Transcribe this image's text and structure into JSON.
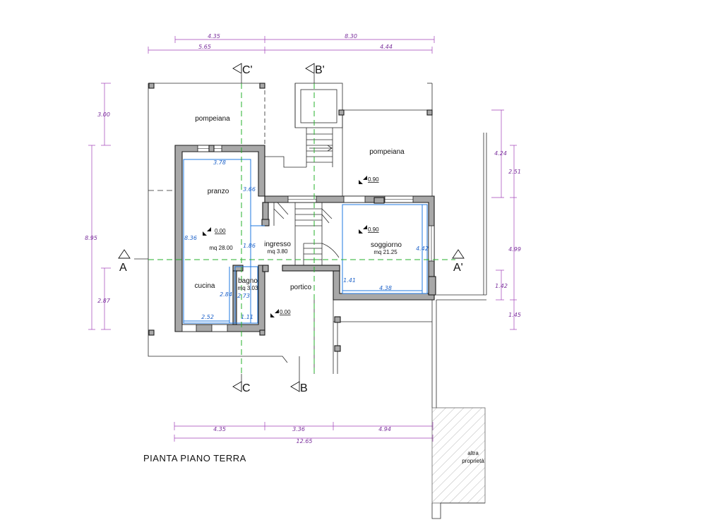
{
  "title": "PIANTA PIANO TERRA",
  "rooms": {
    "pompeiana_left": "pompeiana",
    "pompeiana_right": "pompeiana",
    "pranzo": "pranzo",
    "pranzo_area": "mq 28.00",
    "ingresso": "ingresso",
    "ingresso_area": "mq 3.80",
    "soggiorno": "soggiorno",
    "soggiorno_area": "mq 21.25",
    "cucina": "cucina",
    "bagno": "bagno",
    "bagno_area": "mq 3.03",
    "portico": "portico",
    "altra_1": "altra",
    "altra_2": "proprietà"
  },
  "levels": {
    "l1": "0.90",
    "l2": "0.00",
    "l3": "0.90",
    "l4": "0.00"
  },
  "sections": {
    "a": "A",
    "a_prime": "A'",
    "b_top": "B'",
    "b_bottom": "B",
    "c_top": "C'",
    "c_bottom": "C"
  },
  "dims": {
    "top1": "4.35",
    "top2": "8.30",
    "top3": "5.65",
    "top4": "4.44",
    "left1": "3.00",
    "left2": "8.95",
    "left3": "2.87",
    "right1": "4.24",
    "right2": "2.51",
    "right3": "4.99",
    "right4": "1.42",
    "right5": "1.45",
    "bot1": "4.35",
    "bot2": "3.36",
    "bot3": "4.94",
    "bot4": "12.65"
  },
  "inner_dims": {
    "d1": "3.78",
    "d2": "3.66",
    "d3": "8.36",
    "d4": "1.86",
    "d5": "4.42",
    "d6": "1.41",
    "d7": "4.38",
    "d8": "2.84",
    "d9": "2.73",
    "d10": "2.52",
    "d11": "1.11"
  }
}
